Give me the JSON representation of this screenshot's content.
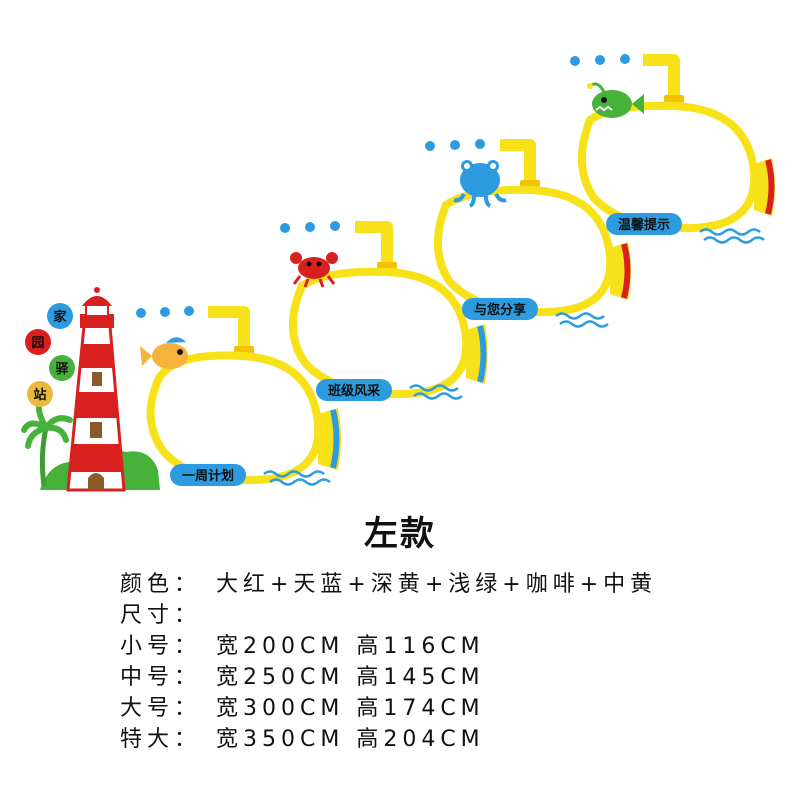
{
  "artwork": {
    "lighthouse_sign": [
      "家",
      "园",
      "驿",
      "站"
    ],
    "board_labels": [
      "一周计划",
      "班级风采",
      "与您分享",
      "温馨提示"
    ],
    "animals": [
      "fish",
      "crab",
      "octopus",
      "anglerfish"
    ],
    "colors": {
      "yellow": "#F7E21A",
      "red": "#D8201F",
      "blue": "#2D9BE0",
      "green": "#46B23A",
      "brown": "#8A5A2B"
    }
  },
  "title": "左款",
  "specs": [
    {
      "label": "颜色：",
      "value": "大红+天蓝+深黄+浅绿+咖啡+中黄"
    },
    {
      "label": "尺寸：",
      "value": ""
    },
    {
      "label": "小号：",
      "value": "宽200CM  高116CM"
    },
    {
      "label": "中号：",
      "value": "宽250CM  高145CM"
    },
    {
      "label": "大号：",
      "value": "宽300CM  高174CM"
    },
    {
      "label": "特大：",
      "value": "宽350CM  高204CM"
    }
  ]
}
